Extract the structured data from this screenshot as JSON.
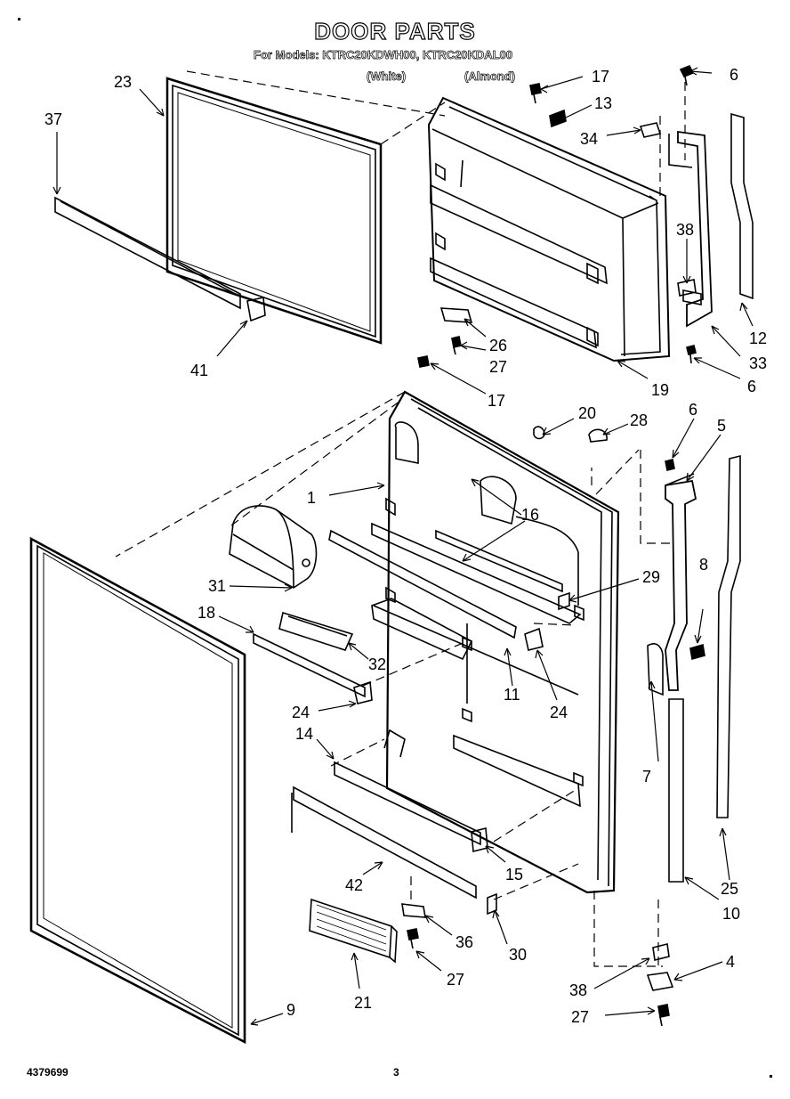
{
  "header": {
    "title": "DOOR PARTS",
    "models": "For Models: KTRC20KDWH00, KTRC20KDAL00",
    "variant_white": "(White)",
    "variant_almond": "(Almond)"
  },
  "footer": {
    "doc_number": "4379699",
    "page": "3"
  },
  "callouts": {
    "c1": "1",
    "c4": "4",
    "c5": "5",
    "c6a": "6",
    "c6b": "6",
    "c6c": "6",
    "c7": "7",
    "c8": "8",
    "c9": "9",
    "c10": "10",
    "c11": "11",
    "c12": "12",
    "c13": "13",
    "c14": "14",
    "c15": "15",
    "c16": "16",
    "c17a": "17",
    "c17b": "17",
    "c18": "18",
    "c19": "19",
    "c20": "20",
    "c21": "21",
    "c23": "23",
    "c24a": "24",
    "c24b": "24",
    "c25": "25",
    "c26": "26",
    "c27a": "27",
    "c27b": "27",
    "c27c": "27",
    "c28": "28",
    "c29": "29",
    "c30": "30",
    "c31": "31",
    "c32": "32",
    "c33": "33",
    "c34": "34",
    "c36": "36",
    "c37": "37",
    "c38a": "38",
    "c38b": "38",
    "c41": "41",
    "c42": "42"
  }
}
